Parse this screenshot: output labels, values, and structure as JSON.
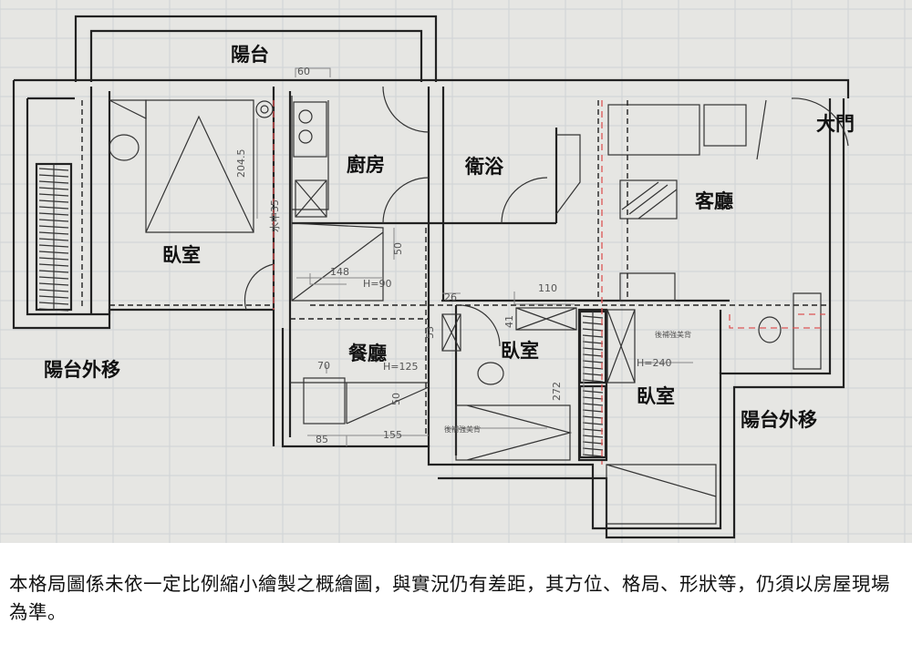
{
  "plan": {
    "rooms": {
      "balcony_top": "陽台",
      "kitchen": "廚房",
      "bathroom": "衛浴",
      "living_room": "客廳",
      "main_door": "大門",
      "bedroom_left": "臥室",
      "dining": "餐廳",
      "bedroom_middle": "臥室",
      "bedroom_right": "臥室",
      "balcony_left": "陽台外移",
      "balcony_right": "陽台外移"
    },
    "dimensions": {
      "d60": "60",
      "d2045": "204.5",
      "d35": "水中35",
      "d50a": "50",
      "d148": "148",
      "h90": "H=90",
      "d26": "26",
      "d110": "110",
      "d41": "41",
      "d53": "53",
      "d70": "70",
      "h125": "H=125",
      "d50b": "50",
      "d85": "85",
      "d155": "155",
      "d272": "272",
      "h240": "H=240"
    },
    "notes": {
      "reinforce_1": "後補強美背",
      "reinforce_2": "後補強美背"
    }
  },
  "caption": "本格局圖係未依一定比例縮小繪製之概繪圖，與實況仍有差距，其方位、格局、形狀等，仍須以房屋現場為準。"
}
